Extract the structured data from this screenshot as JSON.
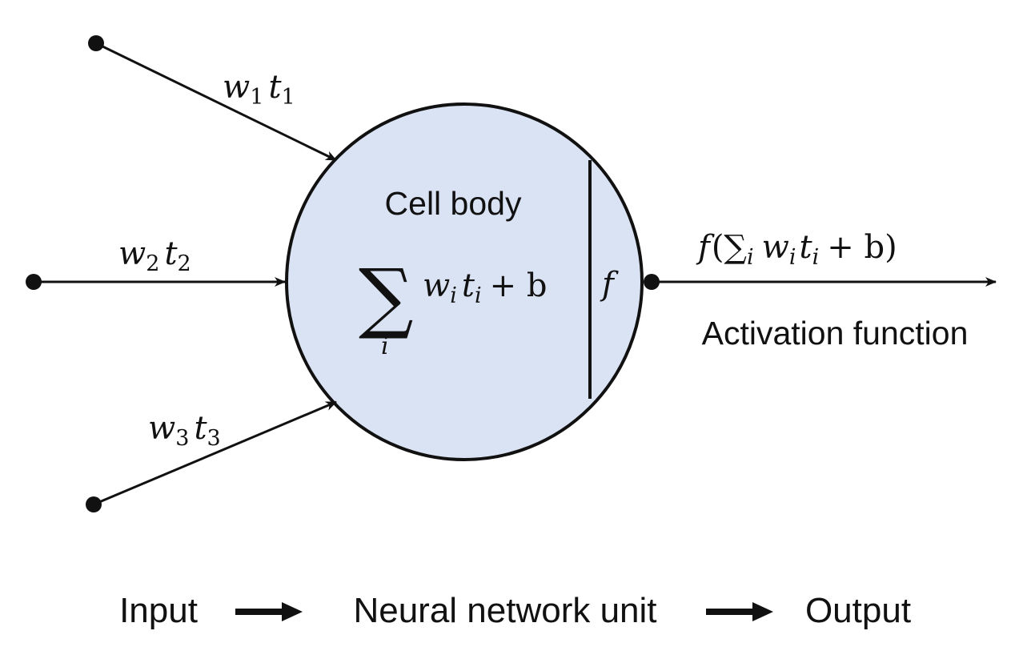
{
  "diagram": {
    "inputs": [
      {
        "weight_symbol": "w",
        "weight_index": "1",
        "input_symbol": "t",
        "input_index": "1"
      },
      {
        "weight_symbol": "w",
        "weight_index": "2",
        "input_symbol": "t",
        "input_index": "2"
      },
      {
        "weight_symbol": "w",
        "weight_index": "3",
        "input_symbol": "t",
        "input_index": "3"
      }
    ],
    "cell": {
      "title": "Cell body",
      "sum_symbol": "∑",
      "sum_index": "i",
      "sum_weight": "w",
      "sum_input": "t",
      "sum_bias": "+ b",
      "fill_color": "#dae3f3",
      "stroke_color": "#111111"
    },
    "activation": {
      "symbol": "f",
      "output_formula": {
        "f": "f",
        "open": "(∑",
        "index": "i",
        "w": "w",
        "t": "t",
        "rest": "+ b)"
      },
      "label": "Activation function"
    },
    "flow": {
      "input": "Input",
      "unit": "Neural network unit",
      "output": "Output"
    }
  }
}
